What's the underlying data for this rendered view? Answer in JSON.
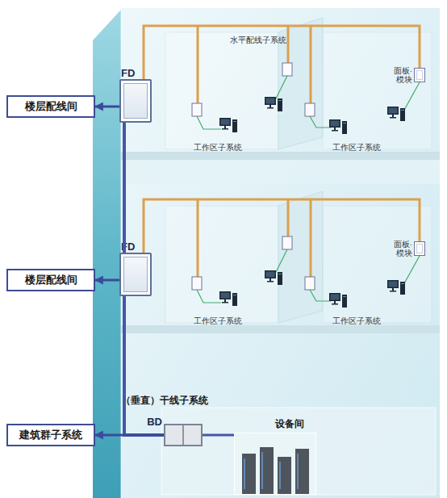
{
  "diagram": {
    "nodes": [
      {
        "text": [
          "FD"
        ]
      },
      {
        "text": [
          "楼层配线间"
        ]
      },
      {
        "text": [
          "面板· 模块"
        ]
      },
      {
        "text": [
          "FD"
        ]
      },
      {
        "text": [
          "楼层配线间"
        ]
      },
      {
        "text": [
          "面板· 模块"
        ]
      },
      {
        "text": [
          "BD"
        ]
      },
      {
        "text": [
          "建筑群子系统"
        ]
      },
      {
        "text": [
          "设备间"
        ]
      }
    ],
    "edges": [
      {
        "from": 0,
        "to": 1,
        "arrow": "to"
      },
      {
        "from": 0,
        "to": 2,
        "arrow": "none"
      },
      {
        "from": 3,
        "to": 4,
        "arrow": "to"
      },
      {
        "from": 3,
        "to": 5,
        "arrow": "none"
      },
      {
        "from": 0,
        "to": 3,
        "arrow": "none"
      },
      {
        "from": 3,
        "to": 6,
        "arrow": "none"
      },
      {
        "from": 6,
        "to": 7,
        "arrow": "to"
      },
      {
        "from": 6,
        "to": 8,
        "arrow": "none"
      }
    ],
    "labels": [
      "水平配线子系统",
      "工作区子系统",
      "工作区子系统",
      "工作区子系统",
      "工作区子系统",
      "（垂直）干线子系统"
    ]
  }
}
